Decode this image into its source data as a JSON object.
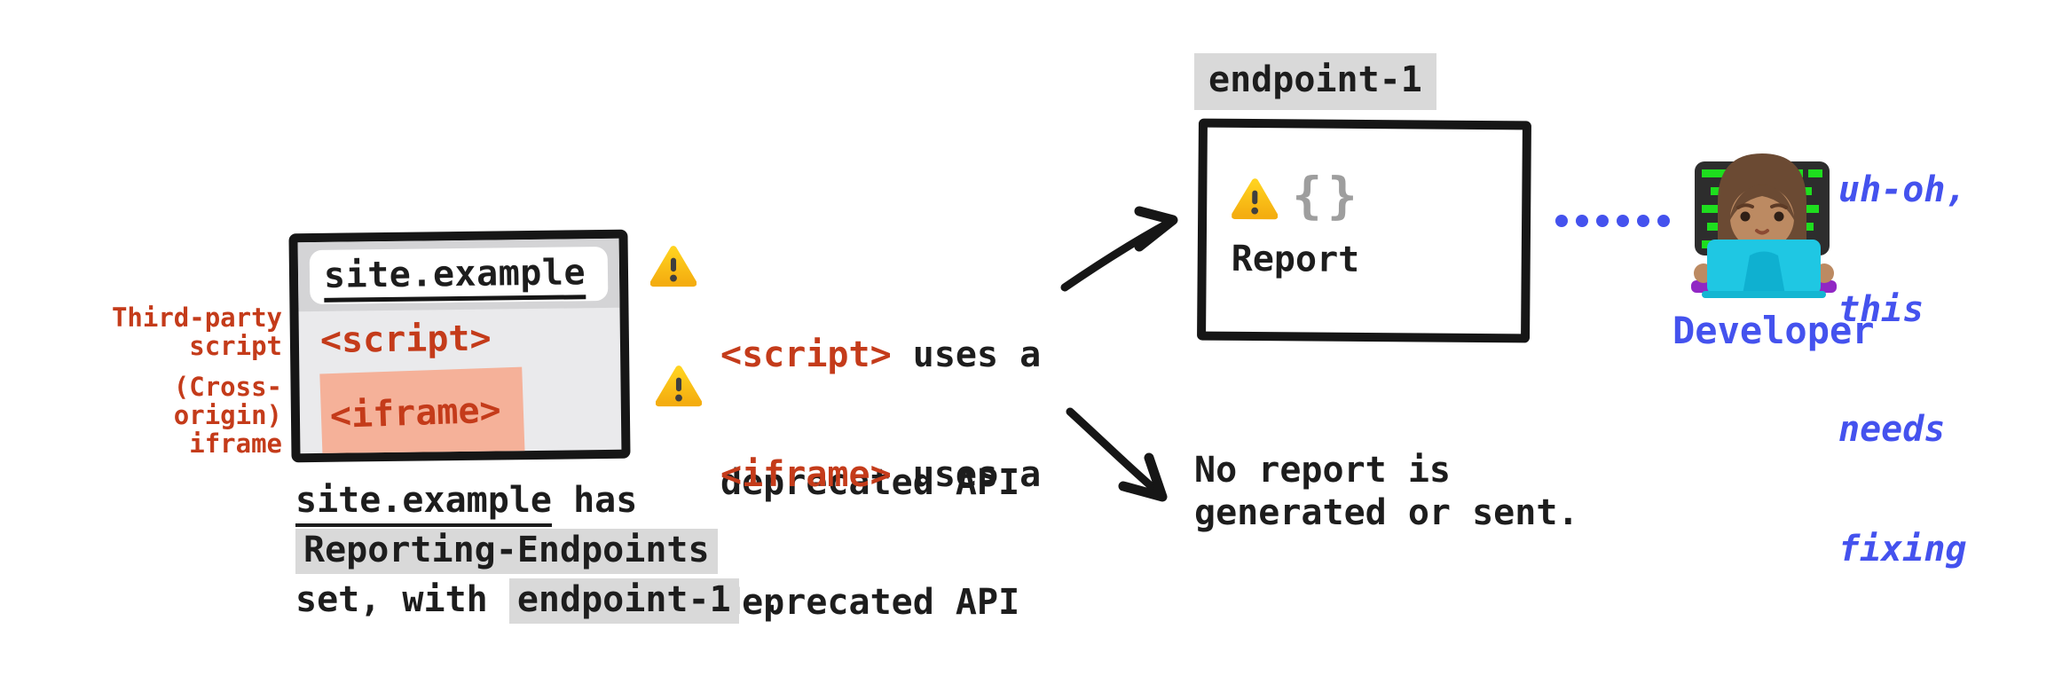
{
  "colors": {
    "red": "#c43b1a",
    "blue": "#4452ee",
    "black": "#161616",
    "gray_highlight": "#d9d9d9",
    "salmon_highlight": "#f5b199",
    "window_body": "#eaeaec",
    "window_header": "#d4d4d6",
    "braces_gray": "#9e9e9e",
    "warning_yellow": "#fcc21b"
  },
  "browser_window": {
    "url": "site.example",
    "script_tag": "<script>",
    "iframe_tag": "<iframe>"
  },
  "side_labels": {
    "third_party": [
      "Third-party",
      "script"
    ],
    "cross_origin": [
      "(Cross-origin)",
      "iframe"
    ]
  },
  "warnings": [
    {
      "tag": "<script>",
      "line1_rest": " uses a",
      "line2": "deprecated API"
    },
    {
      "tag": "<iframe>",
      "line1_rest": " uses a",
      "line2": "deprecated API"
    }
  ],
  "endpoint": {
    "label": "endpoint-1",
    "braces": "{}",
    "report_label": "Report"
  },
  "dotted_line": {
    "dot_count": 6,
    "color": "#4452ee"
  },
  "developer": {
    "thought_lines": [
      "uh-oh,",
      "this",
      "needs",
      "fixing"
    ],
    "label": "Developer"
  },
  "no_report": {
    "line1": "No report is",
    "line2": "generated or sent."
  },
  "caption": {
    "site": "site.example",
    "after_site": " has",
    "highlight1": "Reporting-Endpoints",
    "line3_pre": "set, with ",
    "highlight2": "endpoint-1",
    "line3_post": " ."
  }
}
